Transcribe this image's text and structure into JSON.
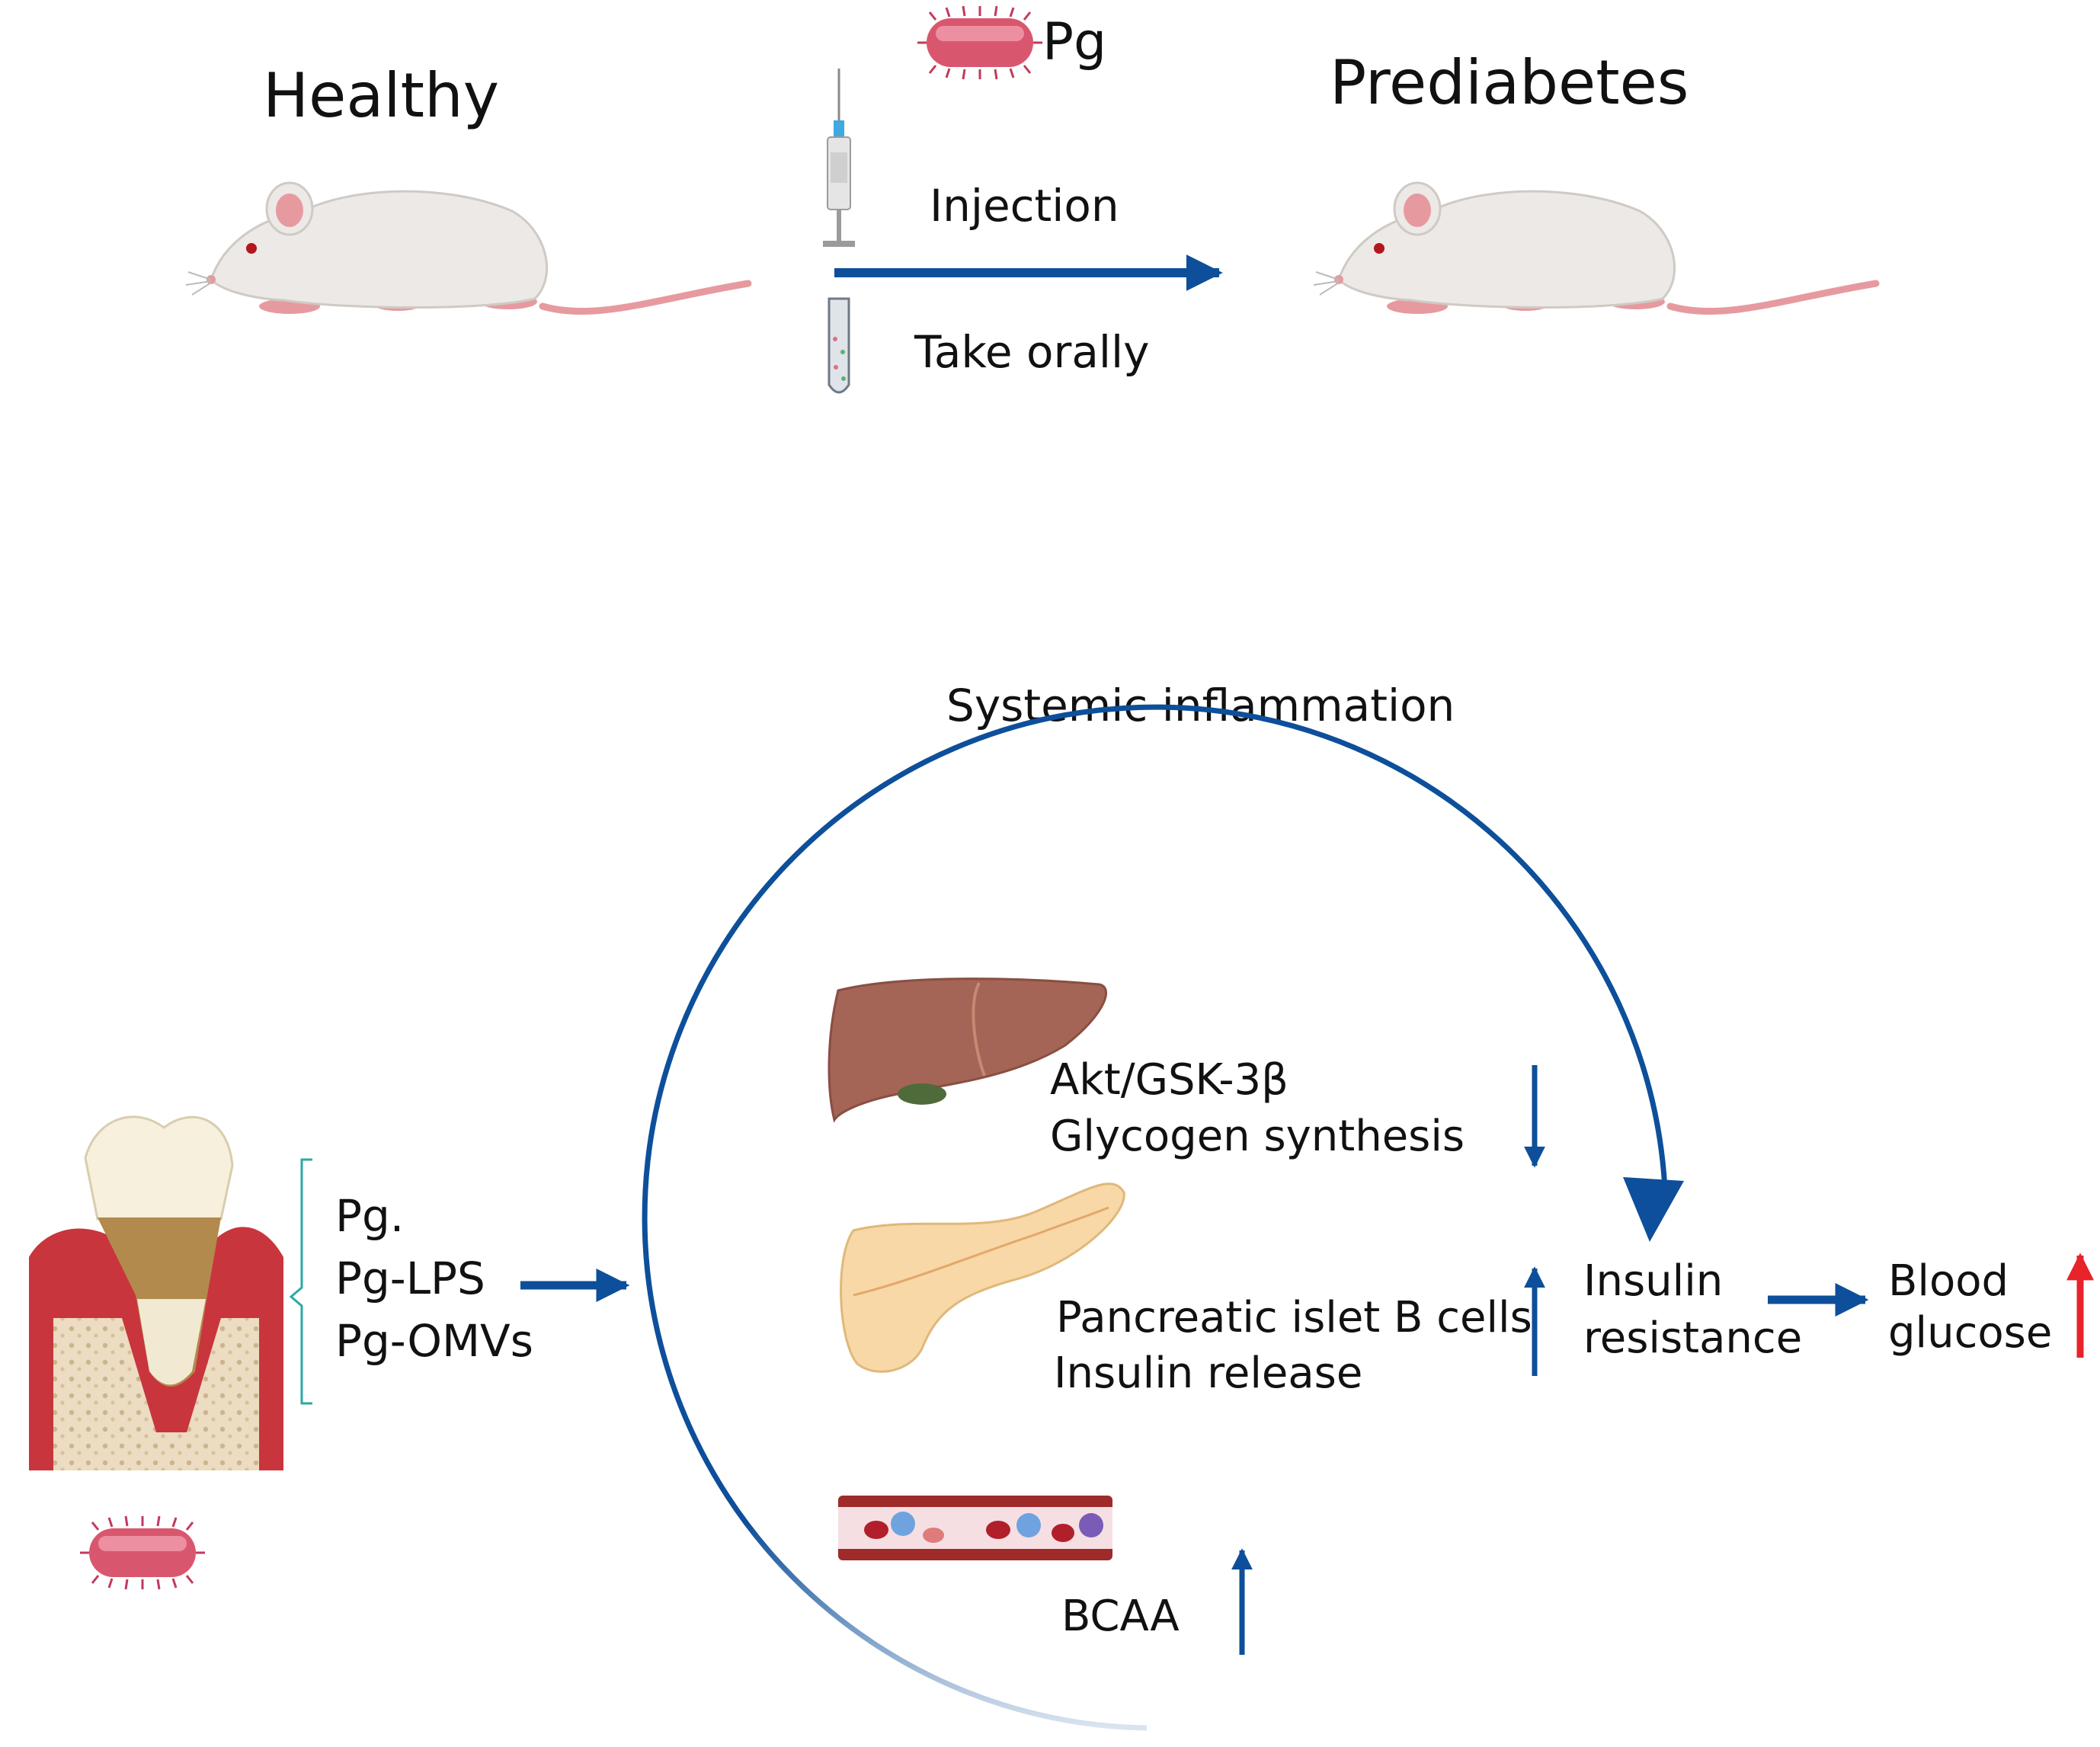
{
  "top": {
    "healthy_label": "Healthy",
    "prediabetes_label": "Prediabetes",
    "bacteria_label": "Pg",
    "injection_label": "Injection",
    "oral_label": "Take orally"
  },
  "bottom": {
    "systemic_label": "Systemic inflammation",
    "pg_forms": [
      "Pg.",
      "Pg-LPS",
      "Pg-OMVs"
    ],
    "liver_lines": [
      "Akt/GSK-3β",
      "Glycogen synthesis"
    ],
    "pancreas_lines": [
      "Pancreatic islet B cells",
      "Insulin release"
    ],
    "blood_label": "BCAA",
    "insulin_lines": [
      "Insulin",
      "resistance"
    ],
    "glucose_lines": [
      "Blood",
      "glucose"
    ]
  },
  "colors": {
    "arrow_blue": "#0d4f9a",
    "up_red": "#e8232a",
    "gum_red": "#c9353d",
    "mouse_body": "#ece9e6",
    "mouse_pink": "#e69aa0",
    "liver": "#a46456",
    "pancreas": "#f7d8a6"
  }
}
